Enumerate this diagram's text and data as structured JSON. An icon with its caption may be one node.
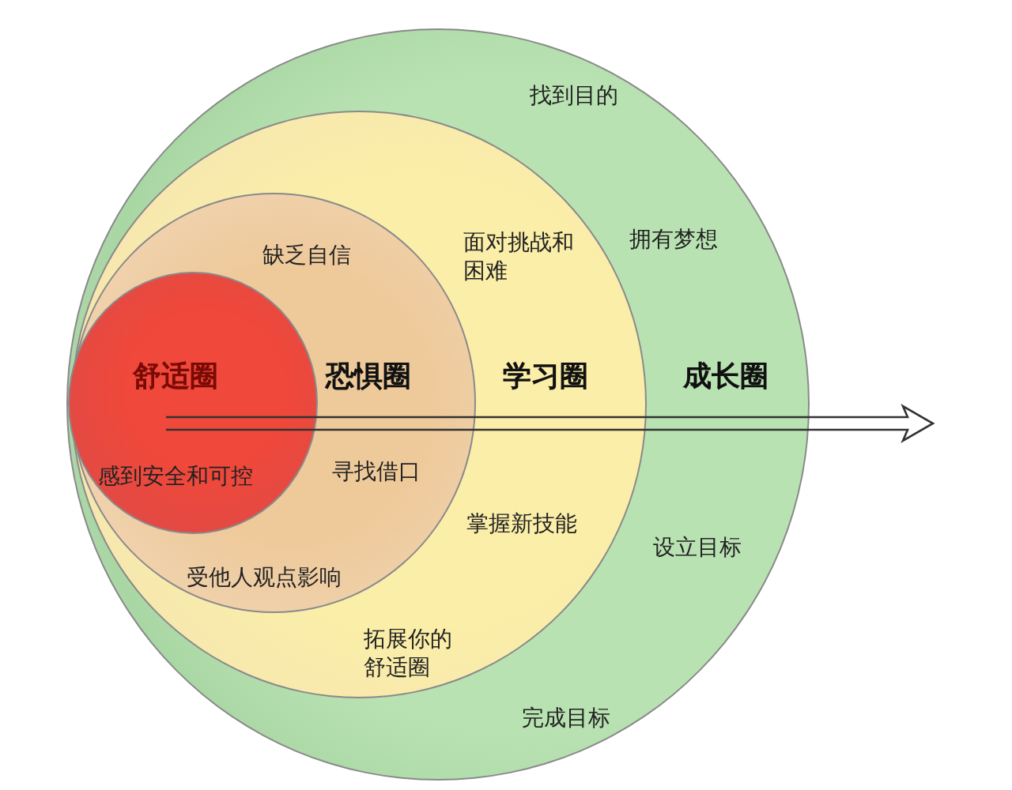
{
  "diagram": {
    "nodes": [
      {
        "text": [
          "找到目的",
          "拥有梦想",
          "成长圈",
          "设立目标",
          "完成目标"
        ]
      },
      {
        "text": [
          "面对挑战和困难",
          "学习圈",
          "掌握新技能",
          "拓展你的舒适圈"
        ],
        "in": 0
      },
      {
        "text": [
          "缺乏自信",
          "恐惧圈",
          "寻找借口",
          "受他人观点影响"
        ],
        "in": 1
      },
      {
        "text": [
          "舒适圈",
          "感到安全和可控"
        ],
        "in": 2
      }
    ],
    "edges": []
  }
}
